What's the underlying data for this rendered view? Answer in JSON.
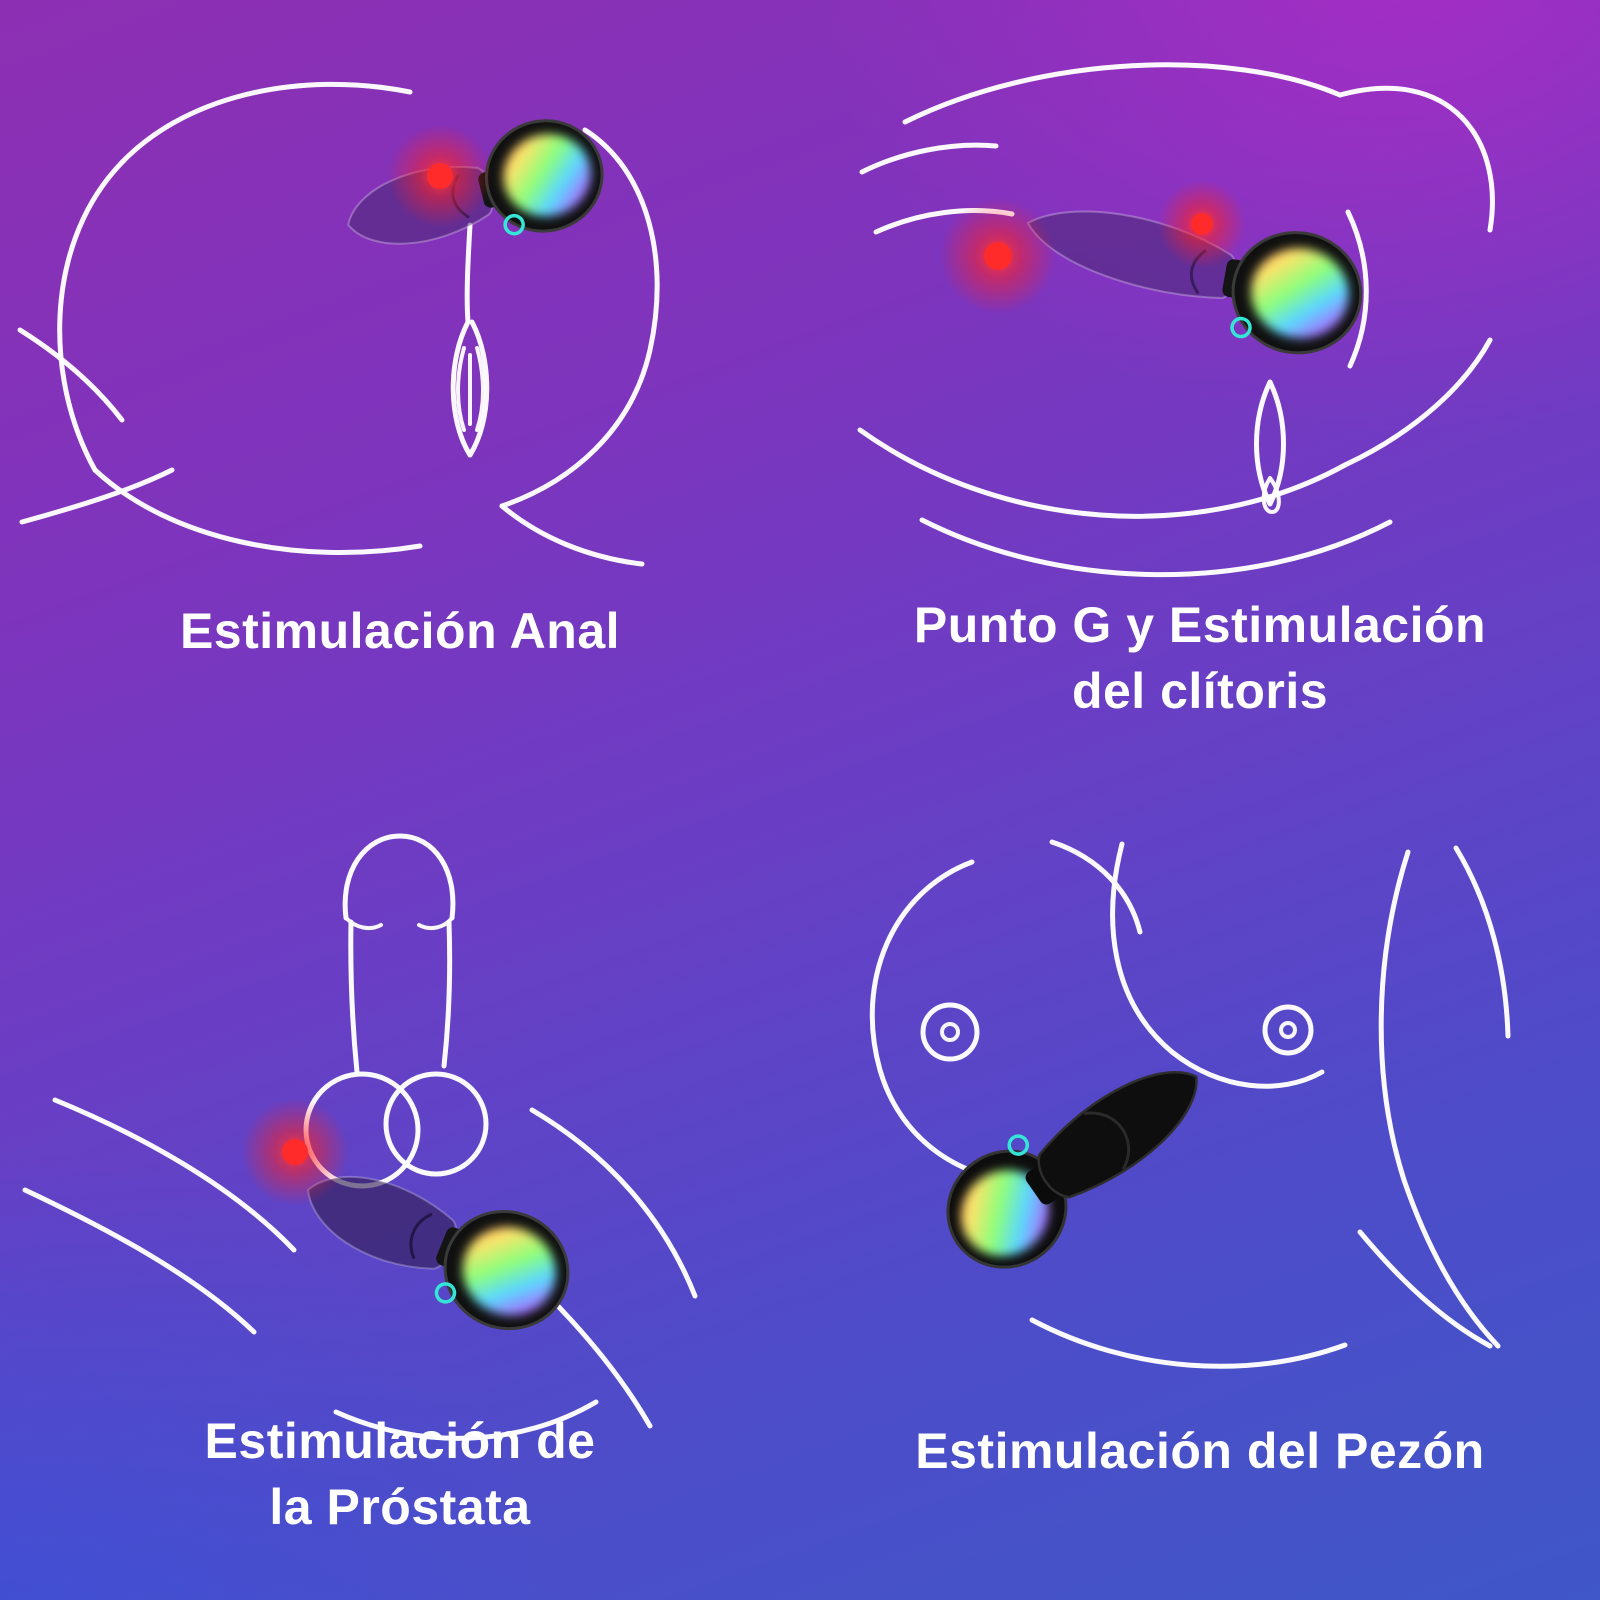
{
  "captions": {
    "anal": [
      "Estimulación Anal"
    ],
    "gspot": [
      "Punto G y Estimulación",
      "del clítoris"
    ],
    "prostate": [
      "Estimulación de",
      "la Próstata"
    ],
    "nipple": [
      "Estimulación del Pezón"
    ]
  },
  "colors": {
    "background_top_purple": "#8d2fb3",
    "background_magenta_accent": "#c12acd",
    "background_bottom_blue": "#3f57c8",
    "line_art": "#ffffff",
    "caption_text": "#ffffff",
    "glow_red": "#ff2a2a",
    "power_button_teal": "#35e6d6",
    "device_body_black": "#0d0d0d",
    "led_rainbow": [
      "#ff7a5a",
      "#ffe36a",
      "#8cff7a",
      "#5ad8ff",
      "#a86aff",
      "#ff6ad5"
    ]
  },
  "icons": {
    "power_button": "power-icon",
    "vibration_point": "red-glow-dot"
  }
}
